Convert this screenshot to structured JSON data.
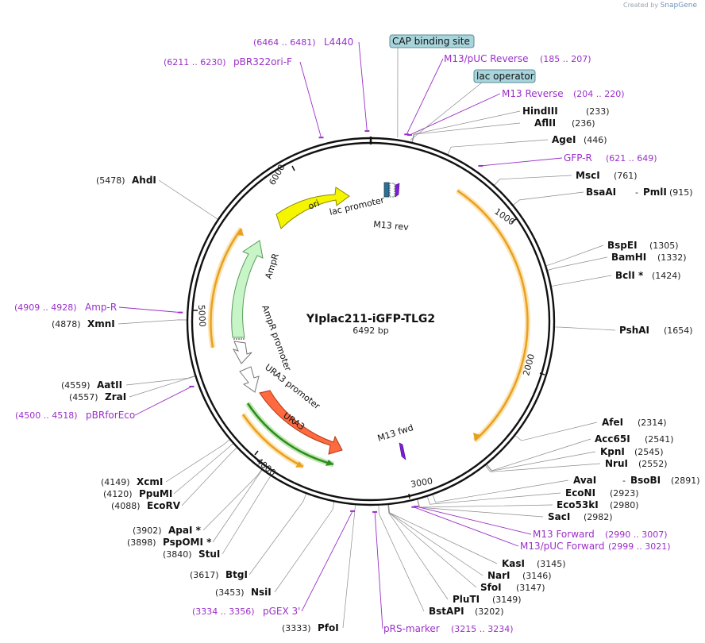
{
  "credit": {
    "prefix": "Created by",
    "brand": "SnapGene"
  },
  "plasmid": {
    "name": "YIplac211-iGFP-TLG2",
    "size_label": "6492 bp",
    "length": 6492
  },
  "ticks": [
    "1000",
    "2000",
    "3000",
    "4000",
    "5000",
    "6000"
  ],
  "enzymes": [
    {
      "name": "HindIII",
      "pos": "(233)",
      "bp": 233,
      "side": "right"
    },
    {
      "name": "AflII",
      "pos": "(236)",
      "bp": 236,
      "side": "right"
    },
    {
      "name": "AgeI",
      "pos": "(446)",
      "bp": 446,
      "side": "right"
    },
    {
      "name": "MscI",
      "pos": "(761)",
      "bp": 761,
      "side": "right"
    },
    {
      "name": "BsaAI",
      "name2": "PmlI",
      "pos": "(915)",
      "bp": 915,
      "side": "right"
    },
    {
      "name": "BspEI",
      "pos": "(1305)",
      "bp": 1305,
      "side": "right"
    },
    {
      "name": "BamHI",
      "pos": "(1332)",
      "bp": 1332,
      "side": "right"
    },
    {
      "name": "BclI *",
      "pos": "(1424)",
      "bp": 1424,
      "side": "right"
    },
    {
      "name": "PshAI",
      "pos": "(1654)",
      "bp": 1654,
      "side": "right"
    },
    {
      "name": "AfeI",
      "pos": "(2314)",
      "bp": 2314,
      "side": "right"
    },
    {
      "name": "Acc65I",
      "pos": "(2541)",
      "bp": 2541,
      "side": "right"
    },
    {
      "name": "KpnI",
      "pos": "(2545)",
      "bp": 2545,
      "side": "right"
    },
    {
      "name": "NruI",
      "pos": "(2552)",
      "bp": 2552,
      "side": "right"
    },
    {
      "name": "AvaI",
      "name2": "BsoBI",
      "pos": "(2891)",
      "bp": 2891,
      "side": "right"
    },
    {
      "name": "EcoNI",
      "pos": "(2923)",
      "bp": 2923,
      "side": "right"
    },
    {
      "name": "Eco53kI",
      "pos": "(2980)",
      "bp": 2980,
      "side": "right"
    },
    {
      "name": "SacI",
      "pos": "(2982)",
      "bp": 2982,
      "side": "right"
    },
    {
      "name": "KasI",
      "pos": "(3145)",
      "bp": 3145,
      "side": "right"
    },
    {
      "name": "NarI",
      "pos": "(3146)",
      "bp": 3146,
      "side": "right"
    },
    {
      "name": "SfoI",
      "pos": "(3147)",
      "bp": 3147,
      "side": "right"
    },
    {
      "name": "PluTI",
      "pos": "(3149)",
      "bp": 3149,
      "side": "right"
    },
    {
      "name": "BstAPI",
      "pos": "(3202)",
      "bp": 3202,
      "side": "right"
    },
    {
      "name": "PfoI",
      "pos": "(3333)",
      "bp": 3333,
      "side": "left"
    },
    {
      "name": "NsiI",
      "pos": "(3453)",
      "bp": 3453,
      "side": "left"
    },
    {
      "name": "BtgI",
      "pos": "(3617)",
      "bp": 3617,
      "side": "left"
    },
    {
      "name": "StuI",
      "pos": "(3840)",
      "bp": 3840,
      "side": "left"
    },
    {
      "name": "PspOMI *",
      "pos": "(3898)",
      "bp": 3898,
      "side": "left"
    },
    {
      "name": "ApaI *",
      "pos": "(3902)",
      "bp": 3902,
      "side": "left"
    },
    {
      "name": "EcoRV",
      "pos": "(4088)",
      "bp": 4088,
      "side": "left"
    },
    {
      "name": "PpuMI",
      "pos": "(4120)",
      "bp": 4120,
      "side": "left"
    },
    {
      "name": "XcmI",
      "pos": "(4149)",
      "bp": 4149,
      "side": "left"
    },
    {
      "name": "ZraI",
      "pos": "(4557)",
      "bp": 4557,
      "side": "left"
    },
    {
      "name": "AatII",
      "pos": "(4559)",
      "bp": 4559,
      "side": "left"
    },
    {
      "name": "XmnI",
      "pos": "(4878)",
      "bp": 4878,
      "side": "left"
    },
    {
      "name": "AhdI",
      "pos": "(5478)",
      "bp": 5478,
      "side": "left"
    }
  ],
  "primers": [
    {
      "name": "M13/pUC Reverse",
      "pos": "(185 .. 207)",
      "bp": 196,
      "side": "right"
    },
    {
      "name": "M13 Reverse",
      "pos": "(204 .. 220)",
      "bp": 212,
      "side": "right"
    },
    {
      "name": "GFP-R",
      "pos": "(621 .. 649)",
      "bp": 635,
      "side": "right"
    },
    {
      "name": "M13 Forward",
      "pos": "(2990 .. 3007)",
      "bp": 2998,
      "side": "right"
    },
    {
      "name": "M13/pUC Forward",
      "pos": "(2999 .. 3021)",
      "bp": 3010,
      "side": "right"
    },
    {
      "name": "pRS-marker",
      "pos": "(3215 .. 3234)",
      "bp": 3224,
      "side": "right"
    },
    {
      "name": "pGEX 3'",
      "pos": "(3334 .. 3356)",
      "bp": 3345,
      "side": "left"
    },
    {
      "name": "pBRforEco",
      "pos": "(4500 .. 4518)",
      "bp": 4509,
      "side": "left"
    },
    {
      "name": "Amp-R",
      "pos": "(4909 .. 4928)",
      "bp": 4918,
      "side": "left"
    },
    {
      "name": "pBR322ori-F",
      "pos": "(6211 .. 6230)",
      "bp": 6220,
      "side": "left"
    },
    {
      "name": "L4440",
      "pos": "(6464 .. 6481)",
      "bp": 6472,
      "side": "left"
    }
  ],
  "boxed_features": [
    {
      "name": "CAP binding site",
      "bp": 150
    },
    {
      "name": "lac operator",
      "bp": 222
    }
  ],
  "features": [
    {
      "name": "ori",
      "kind": "arrow",
      "color": "#f5f500",
      "border": "#8a8a00"
    },
    {
      "name": "AmpR",
      "kind": "arrow",
      "color": "#c8f5c8",
      "border": "#5a9a5a"
    },
    {
      "name": "AmpR promoter",
      "kind": "arrow",
      "color": "#ffffff",
      "border": "#777777"
    },
    {
      "name": "URA3 promoter",
      "kind": "arrow",
      "color": "#ffffff",
      "border": "#777777"
    },
    {
      "name": "URA3",
      "kind": "arrow",
      "color": "#ff6a40",
      "border": "#b03a10"
    },
    {
      "name": "lac promoter",
      "kind": "small",
      "color": "#2f6f8f"
    },
    {
      "name": "M13 rev",
      "kind": "primer",
      "color": "#7a1fd0"
    },
    {
      "name": "M13 fwd",
      "kind": "primer",
      "color": "#7a1fd0"
    }
  ],
  "colors": {
    "primer": "#9a30c8",
    "backbone": "#111111",
    "gfp_arc": "#e8a020",
    "gfp_halo": "#fde3b0",
    "ura3_arc": "#2e8b1f",
    "box_fill": "#a8d4dc"
  }
}
